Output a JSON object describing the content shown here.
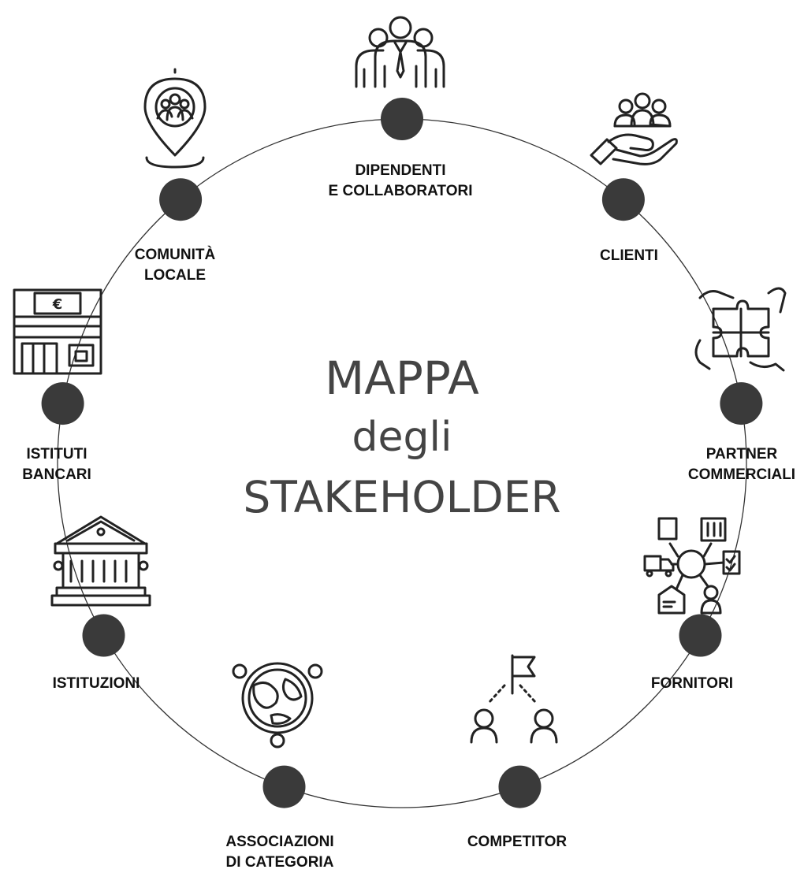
{
  "title": {
    "line1": "MAPPA",
    "line2": "degli",
    "line3": "STAKEHOLDER"
  },
  "colors": {
    "dot": "#3a3a3a",
    "ring": "#333333",
    "icon": "#222222",
    "text": "#111111",
    "title": "#444444"
  },
  "stakeholders": [
    {
      "id": "dipendenti",
      "lines": [
        "DIPENDENTI",
        "E COLLABORATORI"
      ],
      "icon": "employees-group-icon"
    },
    {
      "id": "clienti",
      "lines": [
        "CLIENTI"
      ],
      "icon": "clients-hand-icon"
    },
    {
      "id": "partner",
      "lines": [
        "PARTNER",
        "COMMERCIALI"
      ],
      "icon": "puzzle-hands-icon"
    },
    {
      "id": "fornitori",
      "lines": [
        "FORNITORI"
      ],
      "icon": "supply-network-icon"
    },
    {
      "id": "competitor",
      "lines": [
        "COMPETITOR"
      ],
      "icon": "flag-competitors-icon"
    },
    {
      "id": "associazioni",
      "lines": [
        "ASSOCIAZIONI",
        "DI CATEGORIA"
      ],
      "icon": "globe-people-icon"
    },
    {
      "id": "istituzioni",
      "lines": [
        "ISTITUZIONI"
      ],
      "icon": "government-building-icon"
    },
    {
      "id": "bancari",
      "lines": [
        "ISTITUTI",
        "BANCARI"
      ],
      "icon": "bank-storefront-icon"
    },
    {
      "id": "comunita",
      "lines": [
        "COMUNITÀ",
        "LOCALE"
      ],
      "icon": "community-pin-icon"
    }
  ]
}
